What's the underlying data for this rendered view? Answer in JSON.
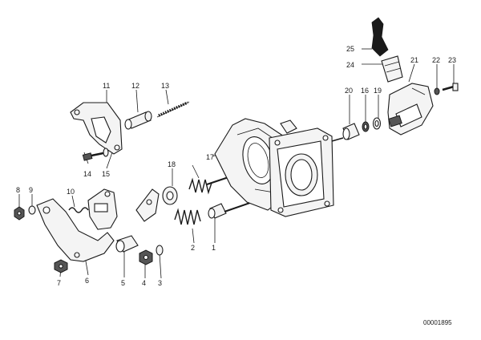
{
  "labels": {
    "l1": "1",
    "l2": "2",
    "l3": "3",
    "l4": "4",
    "l5": "5",
    "l6": "6",
    "l7": "7",
    "l8": "8",
    "l9": "9",
    "l10": "10",
    "l11": "11",
    "l12": "12",
    "l13": "13",
    "l14": "14",
    "l15": "15",
    "l16": "16",
    "l17": "17",
    "l18": "18",
    "l19": "19",
    "l20": "20",
    "l21": "21",
    "l22": "22",
    "l23": "23",
    "l24": "24",
    "l25": "25",
    "l8b": "8",
    "l9b": "9"
  },
  "reference": "00001895"
}
